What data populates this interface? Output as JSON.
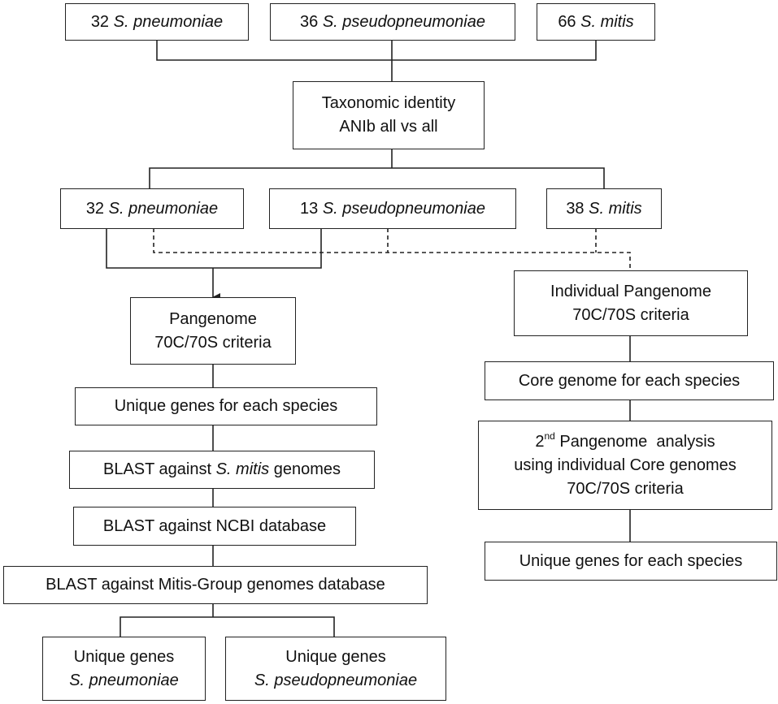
{
  "nodes": {
    "top_pneumoniae": {
      "count": "32",
      "species": "S. pneumoniae"
    },
    "top_pseudopneumoniae": {
      "count": "36",
      "species": "S. pseudopneumoniae"
    },
    "top_mitis": {
      "count": "66",
      "species": "S. mitis"
    },
    "taxonomic_identity": {
      "line1": "Taxonomic identity",
      "line2": "ANIb all vs all"
    },
    "mid_pneumoniae": {
      "count": "32",
      "species": "S. pneumoniae"
    },
    "mid_pseudopneumoniae": {
      "count": "13",
      "species": "S. pseudopneumoniae"
    },
    "mid_mitis": {
      "count": "38",
      "species": "S. mitis"
    },
    "pangenome": {
      "line1": "Pangenome",
      "line2": "70C/70S criteria"
    },
    "unique_genes_left": {
      "text": "Unique genes for each species"
    },
    "blast_mitis": {
      "prefix": "BLAST against",
      "species": "S. mitis",
      "suffix": "genomes"
    },
    "blast_ncbi": {
      "text": "BLAST against NCBI database"
    },
    "blast_mitis_group": {
      "text": "BLAST against Mitis-Group genomes database"
    },
    "unique_pneumoniae": {
      "line1": "Unique genes",
      "species": "S. pneumoniae"
    },
    "unique_pseudopneumoniae": {
      "line1": "Unique genes",
      "species": "S. pseudopneumoniae"
    },
    "individual_pangenome": {
      "line1": "Individual Pangenome",
      "line2": "70C/70S criteria"
    },
    "core_genome": {
      "text": "Core genome for each species"
    },
    "second_pangenome": {
      "ordinal": "2",
      "ordinal_sup": "nd",
      "line1_rest": "Pangenome  analysis",
      "line2": "using individual Core genomes",
      "line3": "70C/70S criteria"
    },
    "unique_genes_right": {
      "text": "Unique genes for each species"
    }
  },
  "style": {
    "line_color": "#222222",
    "box_border": "#222222",
    "background": "#ffffff"
  }
}
